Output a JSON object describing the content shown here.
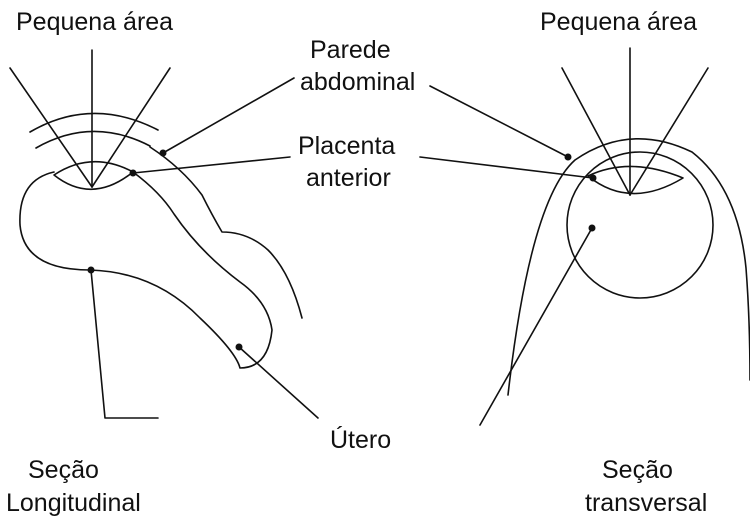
{
  "labels": {
    "small_area_left": "Pequena área",
    "small_area_right": "Pequena área",
    "wall_line1": "Parede",
    "wall_line2": "abdominal",
    "placenta_line1": "Placenta",
    "placenta_line2": "anterior",
    "uterus": "Útero",
    "longitudinal_line1": "Seção",
    "longitudinal_line2": "Longitudinal",
    "transversal_line1": "Seção",
    "transversal_line2": "transversal"
  }
}
